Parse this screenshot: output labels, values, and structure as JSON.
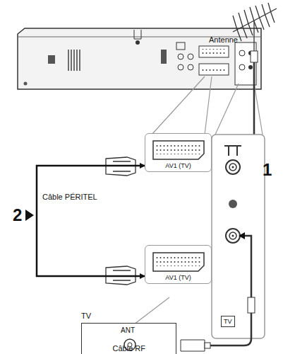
{
  "diagram": {
    "nodes": [
      {
        "text": [
          "AV1 (TV)"
        ]
      },
      {
        "text": [
          "AV1 (TV)"
        ]
      },
      {
        "text": [
          "TV"
        ]
      },
      {
        "text": [
          "TV",
          "ANT"
        ]
      }
    ],
    "edges": [
      {
        "from": 0,
        "to": 1,
        "arrow": "both",
        "label": "Câble PÉRITEL"
      }
    ],
    "labels": [
      "Antenne",
      "1",
      "2",
      "Câble RF"
    ]
  }
}
